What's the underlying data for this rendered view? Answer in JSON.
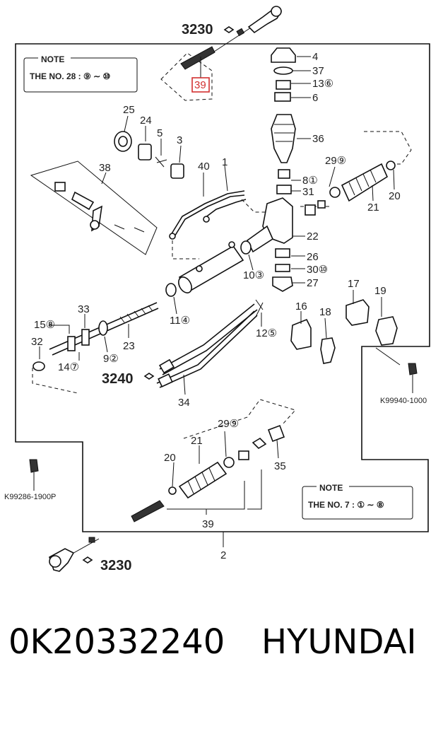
{
  "ref_codes": {
    "top_left_tie_rod_ref": "3230",
    "bottom_tie_rod_ref": "3230",
    "tie_rod_ref_mid": "3240",
    "bolt_ref_right": "K99940-1000",
    "bolt_ref_left": "K99286-1900P"
  },
  "note_top": {
    "title": "NOTE",
    "text": "THE NO. 28 : ⑨ ∼ ⑩"
  },
  "note_bottom": {
    "title": "NOTE",
    "text": "THE NO. 7 : ① ∼ ⑧"
  },
  "highlight_label": "39",
  "callouts": {
    "c4": "4",
    "c37": "37",
    "c13": "13⑥",
    "c6": "6",
    "c36": "36",
    "c8": "8①",
    "c31": "31",
    "c22": "22",
    "c26": "26",
    "c30": "30⑩",
    "c27": "27",
    "c29a": "29⑨",
    "c20a": "20",
    "c21a": "21",
    "c25": "25",
    "c24": "24",
    "c5": "5",
    "c3": "3",
    "c38": "38",
    "c40": "40",
    "c1": "1",
    "c10": "10③",
    "c11": "11④",
    "c12": "12⑤",
    "c17": "17",
    "c19": "19",
    "c16": "16",
    "c18": "18",
    "c15": "15⑧",
    "c33": "33",
    "c32": "32",
    "c14": "14⑦",
    "c9": "9②",
    "c23": "23",
    "c34": "34",
    "c29b": "29⑨",
    "c21b": "21",
    "c20b": "20",
    "c35": "35",
    "c39": "39",
    "c2": "2"
  },
  "caption": {
    "part_number": "0K20332240",
    "brand": "HYUNDAI"
  }
}
